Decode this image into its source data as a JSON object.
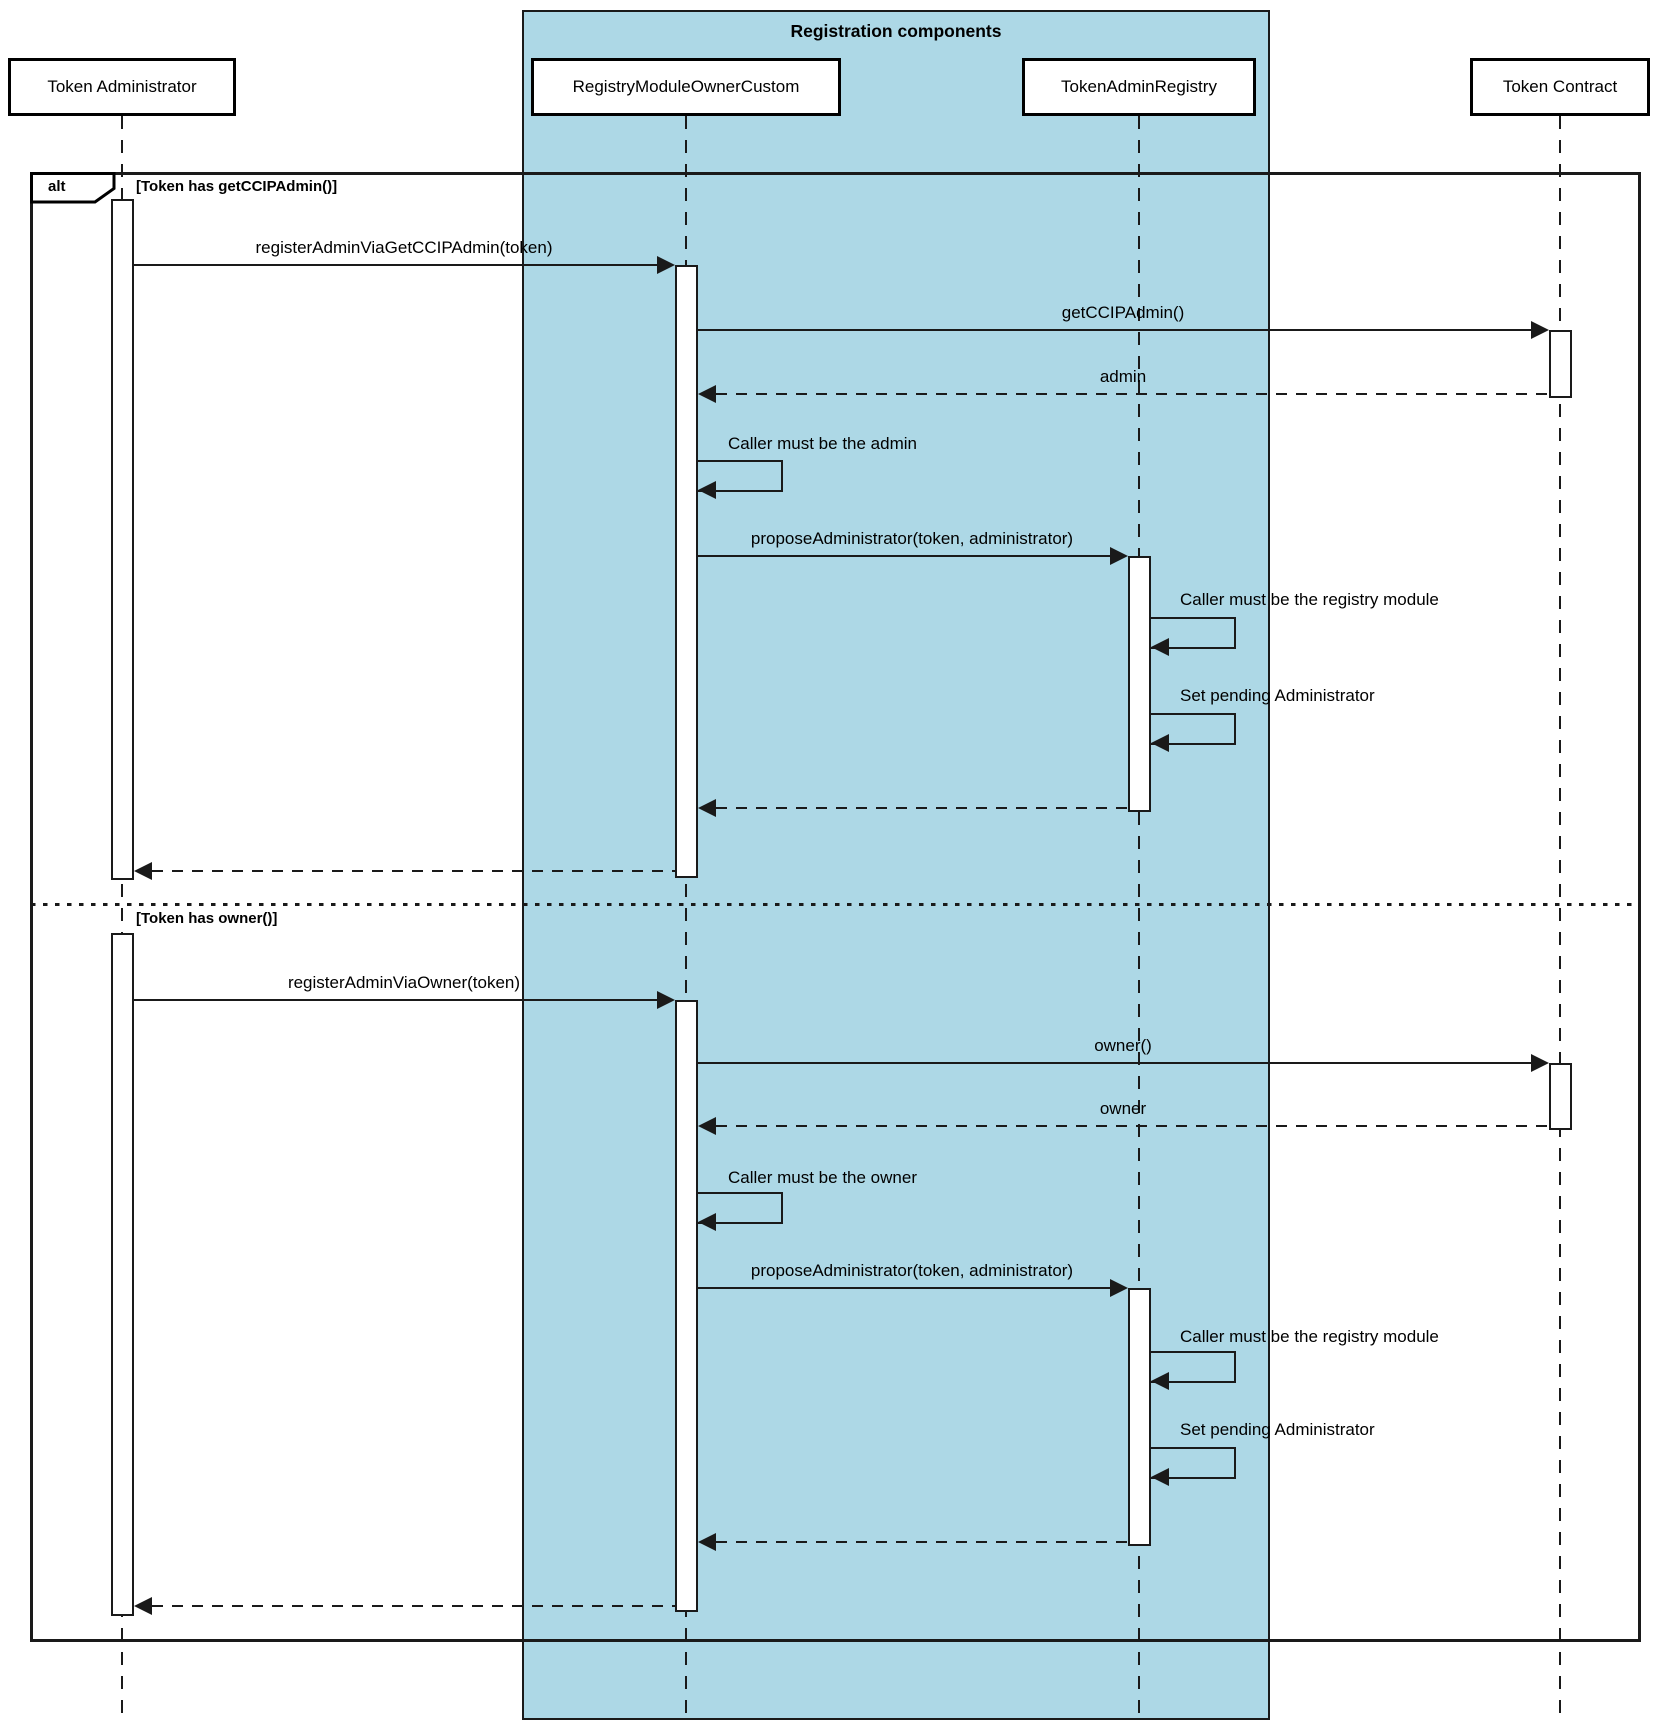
{
  "colors": {
    "highlight": "#ADD8E6",
    "line": "#1A1A1A"
  },
  "group": {
    "title": "Registration components"
  },
  "participants": [
    {
      "label": "Token Administrator"
    },
    {
      "label": "RegistryModuleOwnerCustom"
    },
    {
      "label": "TokenAdminRegistry"
    },
    {
      "label": "Token Contract"
    }
  ],
  "frame": {
    "operator": "alt"
  },
  "sections": [
    {
      "guard": "[Token has getCCIPAdmin()]",
      "messages": {
        "register": {
          "label": "registerAdminViaGetCCIPAdmin(token)",
          "type": "sync"
        },
        "get_admin": {
          "label": "getCCIPAdmin()",
          "type": "sync"
        },
        "admin_return": {
          "label": "admin",
          "type": "return"
        },
        "caller_check": {
          "label": "Caller must be the admin",
          "type": "self"
        },
        "propose": {
          "label": "proposeAdministrator(token, administrator)",
          "type": "sync"
        },
        "registry_check": {
          "label": "Caller must be the registry module",
          "type": "self"
        },
        "set_pending": {
          "label": "Set pending Administrator",
          "type": "self"
        }
      }
    },
    {
      "guard": "[Token has owner()]",
      "messages": {
        "register": {
          "label": "registerAdminViaOwner(token)",
          "type": "sync"
        },
        "get_owner": {
          "label": "owner()",
          "type": "sync"
        },
        "owner_return": {
          "label": "owner",
          "type": "return"
        },
        "caller_check": {
          "label": "Caller must be the owner",
          "type": "self"
        },
        "propose": {
          "label": "proposeAdministrator(token, administrator)",
          "type": "sync"
        },
        "registry_check": {
          "label": "Caller must be the registry module",
          "type": "self"
        },
        "set_pending": {
          "label": "Set pending Administrator",
          "type": "self"
        }
      }
    }
  ]
}
